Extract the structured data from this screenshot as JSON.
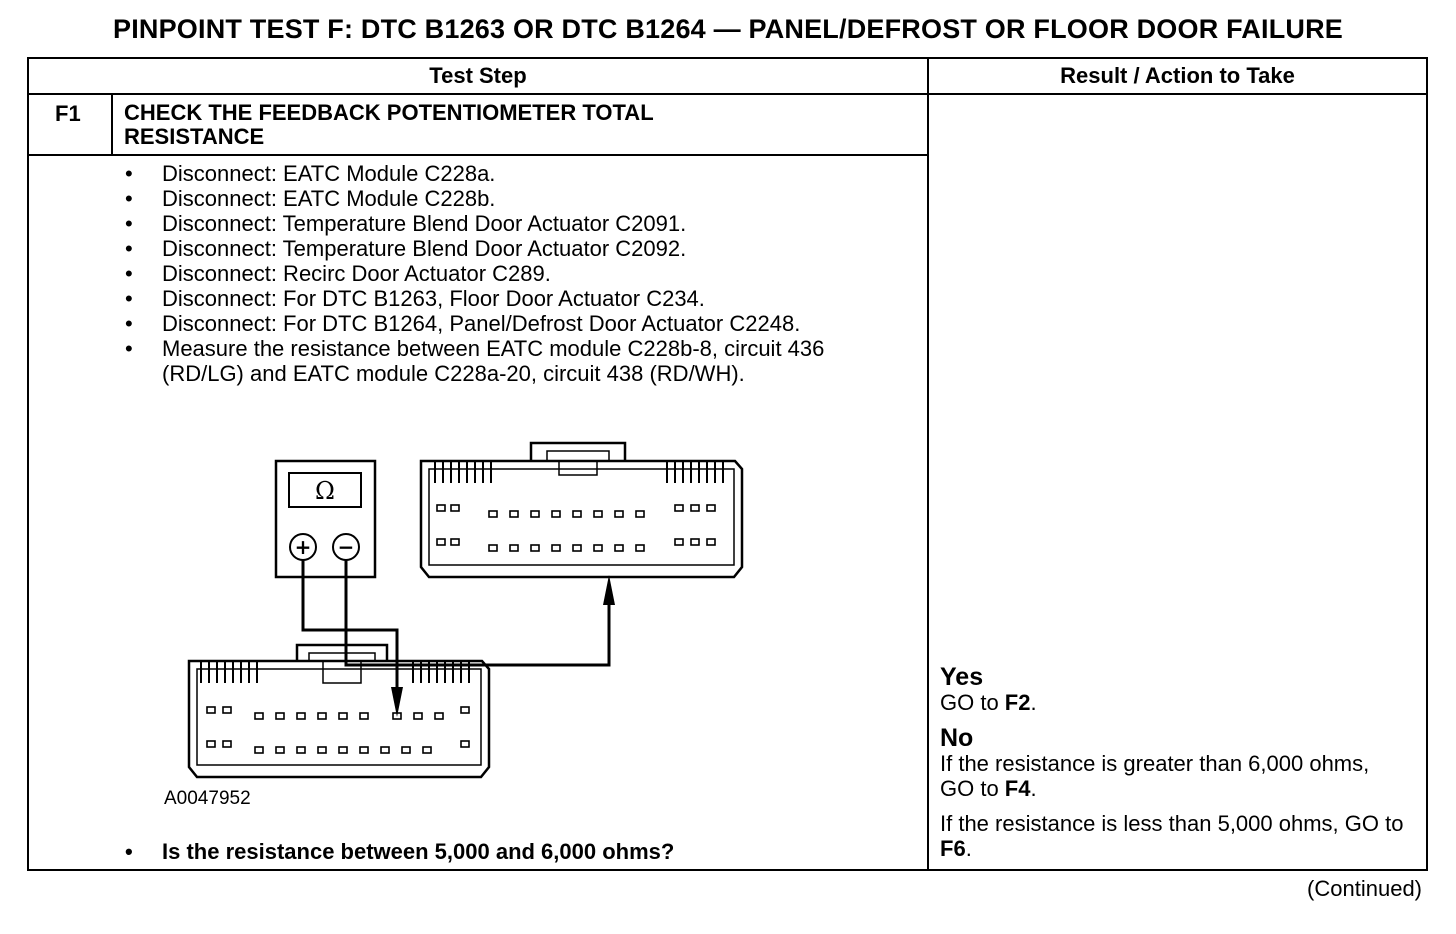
{
  "title": "PINPOINT TEST F: DTC B1263 OR DTC B1264 — PANEL/DEFROST OR FLOOR DOOR FAILURE",
  "table": {
    "col_headers": [
      "Test Step",
      "Result / Action to Take"
    ],
    "step": {
      "id": "F1",
      "title_line1": "CHECK THE FEEDBACK POTENTIOMETER TOTAL",
      "title_line2": "RESISTANCE",
      "items": [
        "Disconnect: EATC Module C228a.",
        "Disconnect: EATC Module C228b.",
        "Disconnect: Temperature Blend Door Actuator C2091.",
        "Disconnect: Temperature Blend Door Actuator C2092.",
        "Disconnect: Recirc Door Actuator C289.",
        "Disconnect: For DTC B1263, Floor Door Actuator C234.",
        "Disconnect: For DTC B1264, Panel/Defrost Door Actuator C2248.",
        "Measure the resistance between EATC module C228b-8, circuit 436 (RD/LG) and EATC module C228a-20, circuit 438 (RD/WH)."
      ],
      "figure_id": "A0047952",
      "question": "Is the resistance between 5,000 and 6,000 ohms?"
    },
    "result": {
      "yes_label": "Yes",
      "yes_text": "GO to ",
      "yes_target": "F2",
      "no_label": "No",
      "no_text_1": "If the resistance is greater than 6,000 ohms, GO to ",
      "no_target_1": "F4",
      "no_text_2": "If the resistance is less than 5,000 ohms, GO to ",
      "no_target_2": "F6"
    }
  },
  "diagram": {
    "meter_symbol": "Ω",
    "plus_symbol": "+",
    "minus_symbol": "−"
  },
  "footer": "(Continued)"
}
